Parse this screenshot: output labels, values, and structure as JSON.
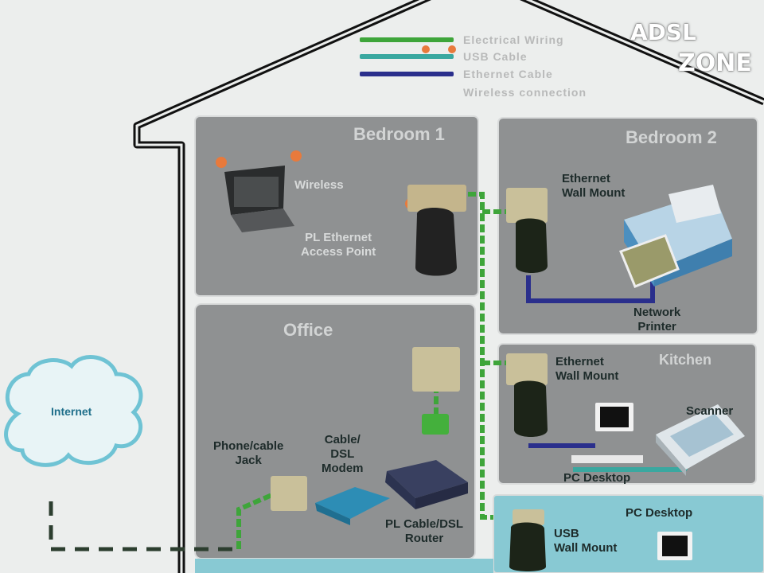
{
  "watermark": {
    "line1": "ADSL",
    "line2": "ZONE"
  },
  "legend": [
    {
      "label": "Electrical Wiring",
      "color": "#3ea53a"
    },
    {
      "label": "USB Cable",
      "color": "#3aa8a0"
    },
    {
      "label": "Ethernet Cable",
      "color": "#2a2f8c"
    },
    {
      "label": "Wireless connection",
      "color": "#e87a3c"
    }
  ],
  "rooms": {
    "bedroom1": "Bedroom 1",
    "bedroom2": "Bedroom 2",
    "office": "Office",
    "kitchen": "Kitchen",
    "den": "PC Desktop"
  },
  "labels": {
    "wireless": "Wireless",
    "pl_access_point": "PL Ethernet\nAccess Point",
    "eth_wall_mount_1": "Ethernet\nWall Mount",
    "network_printer": "Network\nPrinter",
    "eth_wall_mount_2": "Ethernet\nWall Mount",
    "scanner": "Scanner",
    "pc_desktop": "PC Desktop",
    "phone_jack": "Phone/cable\nJack",
    "modem": "Cable/\nDSL\nModem",
    "router": "PL Cable/DSL\nRouter",
    "usb_wall_mount": "USB\nWall Mount",
    "internet": "Internet"
  }
}
